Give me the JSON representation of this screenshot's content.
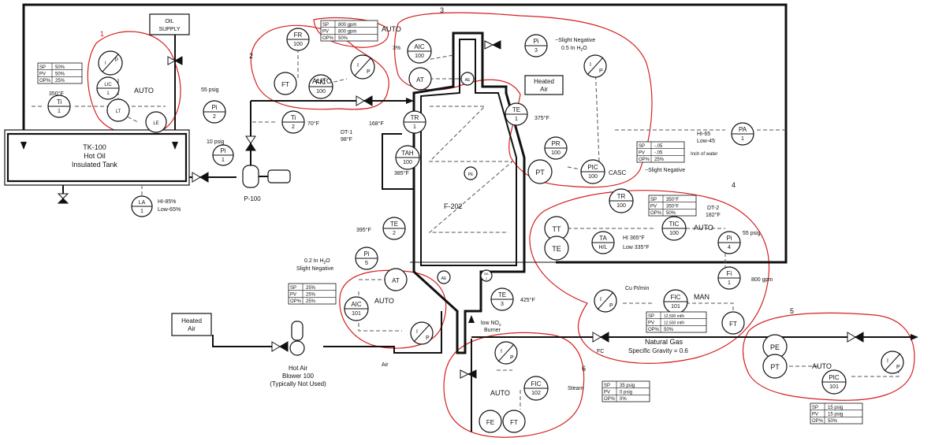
{
  "labels": {
    "oil_supply_1": "OIL",
    "oil_supply_2": "SUPPLY",
    "tank_1": "TK-100",
    "tank_2": "Hot Oil",
    "tank_3": "Insulated Tank",
    "pump": "P-100",
    "furnace": "F-202",
    "heated_air_top_1": "Heated",
    "heated_air_top_2": "Air",
    "heated_air_left_1": "Heated",
    "heated_air_left_2": "Air",
    "blower_1": "Hot Air",
    "blower_2": "Blower 100",
    "blower_3": "(Typically Not Used)",
    "air": "Air",
    "natural_gas_1": "Natural Gas",
    "natural_gas_2": "Specific Gravity = 0.6",
    "steam": "Steam",
    "fc": "FC",
    "low_nox_1": "low NO",
    "low_nox_sub": "x",
    "low_nox_2": "Burner",
    "auto_1": "AUTO",
    "auto_2": "AUTO",
    "auto_3": "AUTO",
    "auto_4": "AUTO",
    "auto_5": "AUTO",
    "auto_6": "AUTO",
    "auto_7": "AUTO",
    "man": "MAN",
    "casc": "CASC",
    "p55psig_1": "55 psig",
    "p55psig_2": "55 psig",
    "p10psig": "10 psig",
    "t350": "350°F",
    "t70": "70°F",
    "t168": "168°F",
    "t375": "375°F",
    "t385": "385°F",
    "t395": "395°F",
    "t425": "425°F",
    "t182": "182°F",
    "dt1_1": "DT-1",
    "dt1_2": "98°F",
    "dt2_1": "DT-2",
    "pct3": "3%",
    "hi85": "HI-85%",
    "low65": "Low-65%",
    "hi65": "HI-65",
    "low45": "Low-45",
    "inch_water": "Inch of water",
    "slight_neg_1": "~Slight Negative",
    "slight_neg_h2o": "0.5 In H",
    "slight_neg_h2o_sub": "2",
    "slight_neg_h2o_end": "O",
    "slight_neg_2": "~Slight Negative",
    "h2o_02": "0.2 In H",
    "h2o_02_sub": "2",
    "h2o_02_end": "O",
    "slight_neg_3": "Slight Negative",
    "hi365": "HI 365°F",
    "low335": "Low 335°F",
    "cu_ft_min": "Cu Ft/min",
    "gpm800": "800 gpm",
    "annot_1": "1",
    "annot_2": "2",
    "annot_3": "3",
    "annot_4": "4",
    "annot_5": "5",
    "annot_6": "6"
  },
  "instruments": [
    {
      "tag": "I/P",
      "top": "I",
      "bottom": "P"
    },
    {
      "tag": "LIC",
      "top": "LIC",
      "bottom": "1"
    },
    {
      "tag": "LT",
      "top": "LT",
      "bottom": ""
    },
    {
      "tag": "LE",
      "top": "LE",
      "bottom": ""
    },
    {
      "tag": "Ti",
      "top": "Ti",
      "bottom": "1"
    },
    {
      "tag": "LA",
      "top": "LA",
      "bottom": "1"
    },
    {
      "tag": "Pi",
      "top": "Pi",
      "bottom": "1"
    },
    {
      "tag": "Pi",
      "top": "Pi",
      "bottom": "2"
    },
    {
      "tag": "Ti",
      "top": "Ti",
      "bottom": "2"
    },
    {
      "tag": "FR",
      "top": "FR",
      "bottom": "100"
    },
    {
      "tag": "FIC",
      "top": "FIC",
      "bottom": "100"
    },
    {
      "tag": "I/P",
      "top": "I",
      "bottom": "P"
    },
    {
      "tag": "FT",
      "top": "FT",
      "bottom": ""
    },
    {
      "tag": "TR",
      "top": "TR",
      "bottom": "1"
    },
    {
      "tag": "TAH",
      "top": "TAH",
      "bottom": "100"
    },
    {
      "tag": "AIC",
      "top": "AIC",
      "bottom": "100"
    },
    {
      "tag": "AT",
      "top": "AT",
      "bottom": ""
    },
    {
      "tag": "AE",
      "top": "AE",
      "bottom": ""
    },
    {
      "tag": "Pi",
      "top": "Pi",
      "bottom": "3"
    },
    {
      "tag": "I/P",
      "top": "I",
      "bottom": "P"
    },
    {
      "tag": "TE",
      "top": "TE",
      "bottom": "1"
    },
    {
      "tag": "PR",
      "top": "PR",
      "bottom": "100"
    },
    {
      "tag": "PT",
      "top": "PT",
      "bottom": ""
    },
    {
      "tag": "PE",
      "top": "PE",
      "bottom": ""
    },
    {
      "tag": "PIC",
      "top": "PIC",
      "bottom": "100"
    },
    {
      "tag": "PA",
      "top": "PA",
      "bottom": "1"
    },
    {
      "tag": "TE",
      "top": "TE",
      "bottom": "2"
    },
    {
      "tag": "Pi",
      "top": "Pi",
      "bottom": "5"
    },
    {
      "tag": "AT",
      "top": "AT",
      "bottom": ""
    },
    {
      "tag": "AE",
      "top": "AE",
      "bottom": ""
    },
    {
      "tag": "BA",
      "top": "BA",
      "bottom": "1"
    },
    {
      "tag": "AIC",
      "top": "AIC",
      "bottom": "101"
    },
    {
      "tag": "I/P",
      "top": "I",
      "bottom": "P"
    },
    {
      "tag": "TE",
      "top": "TE",
      "bottom": "3"
    },
    {
      "tag": "TR",
      "top": "TR",
      "bottom": "100"
    },
    {
      "tag": "TT",
      "top": "TT",
      "bottom": ""
    },
    {
      "tag": "TE",
      "top": "TE",
      "bottom": ""
    },
    {
      "tag": "TA",
      "top": "TA",
      "bottom": "H/L"
    },
    {
      "tag": "TIC",
      "top": "TIC",
      "bottom": "100"
    },
    {
      "tag": "Pi",
      "top": "Pi",
      "bottom": "4"
    },
    {
      "tag": "Fi",
      "top": "Fi",
      "bottom": "1"
    },
    {
      "tag": "I/P",
      "top": "I",
      "bottom": "P"
    },
    {
      "tag": "FIC",
      "top": "FIC",
      "bottom": "101"
    },
    {
      "tag": "FT",
      "top": "FT",
      "bottom": ""
    },
    {
      "tag": "PE",
      "top": "PE",
      "bottom": ""
    },
    {
      "tag": "PT",
      "top": "PT",
      "bottom": ""
    },
    {
      "tag": "PIC",
      "top": "PIC",
      "bottom": "101"
    },
    {
      "tag": "I/P",
      "top": "I",
      "bottom": "P"
    },
    {
      "tag": "I/P",
      "top": "I",
      "bottom": "P"
    },
    {
      "tag": "FIC",
      "top": "FIC",
      "bottom": "102"
    },
    {
      "tag": "FE",
      "top": "FE",
      "bottom": ""
    },
    {
      "tag": "FT",
      "top": "FT",
      "bottom": ""
    }
  ],
  "faceplates": [
    {
      "rows": [
        [
          "SP",
          "50%"
        ],
        [
          "PV",
          "50%"
        ],
        [
          "OP%",
          "25%"
        ]
      ]
    },
    {
      "rows": [
        [
          "SP",
          "800 gpm"
        ],
        [
          "PV",
          "800 gpm"
        ],
        [
          "OP%",
          "50%"
        ]
      ]
    },
    {
      "rows": [
        [
          "SP",
          "-.05"
        ],
        [
          "PV",
          "-.05"
        ],
        [
          "OP%",
          "25%"
        ]
      ]
    },
    {
      "rows": [
        [
          "SP",
          "350°F"
        ],
        [
          "PV",
          "350°F"
        ],
        [
          "OP%",
          "50%"
        ]
      ]
    },
    {
      "rows": [
        [
          "SP",
          "25%"
        ],
        [
          "PV",
          "25%"
        ],
        [
          "OP%",
          "25%"
        ]
      ]
    },
    {
      "rows": [
        [
          "SP",
          "12,500 mł/h"
        ],
        [
          "PV",
          "12,500 mł/h"
        ],
        [
          "OP%",
          "50%"
        ]
      ]
    },
    {
      "rows": [
        [
          "SP",
          "15 psig"
        ],
        [
          "PV",
          "15 psig"
        ],
        [
          "OP%",
          "50%"
        ]
      ]
    },
    {
      "rows": [
        [
          "SP",
          "35 psig"
        ],
        [
          "PV",
          "0 psig"
        ],
        [
          "OP%",
          "0%"
        ]
      ]
    }
  ]
}
